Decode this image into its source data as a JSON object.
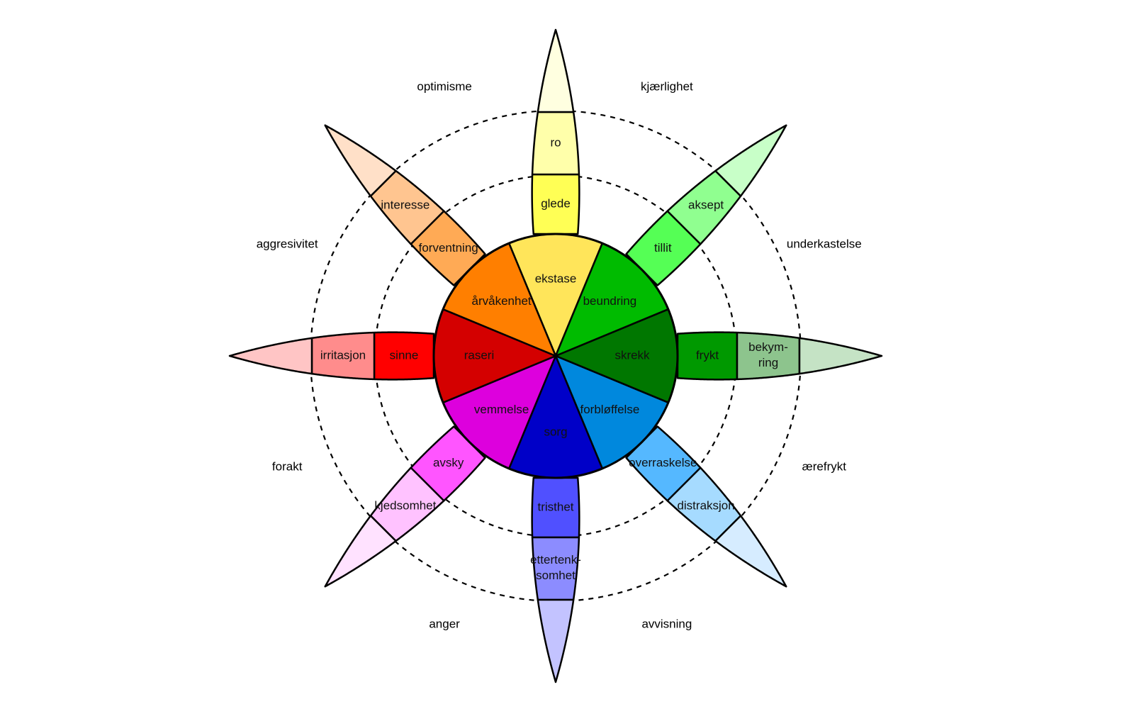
{
  "petals": [
    {
      "id": "yellow",
      "colors": [
        "#ffe55a",
        "#ffff55",
        "#ffffaa",
        "#ffffe0"
      ],
      "labels": [
        "ekstase",
        "glede",
        "ro"
      ]
    },
    {
      "id": "lightgreen",
      "colors": [
        "#00bb00",
        "#55ff55",
        "#90ff90",
        "#c8ffc8"
      ],
      "labels": [
        "beundring",
        "tillit",
        "aksept"
      ]
    },
    {
      "id": "darkgreen",
      "colors": [
        "#007700",
        "#009900",
        "#8dc48d",
        "#c5e3c5"
      ],
      "labels": [
        "skrekk",
        "frykt",
        "bekym-\nring"
      ]
    },
    {
      "id": "blue",
      "colors": [
        "#0088dd",
        "#55b8ff",
        "#a6dbff",
        "#d6ecff"
      ],
      "labels": [
        "forbløffelse",
        "overraskelse",
        "distraksjon"
      ]
    },
    {
      "id": "darkblue",
      "colors": [
        "#0000c8",
        "#5050ff",
        "#8c8cff",
        "#c3c3ff"
      ],
      "labels": [
        "sorg",
        "tristhet",
        "ettertenk-\nsomhet"
      ]
    },
    {
      "id": "magenta",
      "colors": [
        "#dd00dd",
        "#ff55ff",
        "#ffc2ff",
        "#ffe2ff"
      ],
      "labels": [
        "vemmelse",
        "avsky",
        "kjedsomhet"
      ]
    },
    {
      "id": "red",
      "colors": [
        "#d40000",
        "#ff0000",
        "#ff8c8c",
        "#ffc5c5"
      ],
      "labels": [
        "raseri",
        "sinne",
        "irritasjon"
      ]
    },
    {
      "id": "orange",
      "colors": [
        "#ff7f00",
        "#ffaa55",
        "#ffc590",
        "#ffe0c8"
      ],
      "labels": [
        "årvåkenhet",
        "forventning",
        "interesse"
      ]
    }
  ],
  "dyads": [
    {
      "text": "kjærlighet"
    },
    {
      "text": "underkastelse"
    },
    {
      "text": "ærefrykt"
    },
    {
      "text": "avvisning"
    },
    {
      "text": "anger"
    },
    {
      "text": "forakt"
    },
    {
      "text": "aggresivitet"
    },
    {
      "text": "optimisme"
    }
  ]
}
